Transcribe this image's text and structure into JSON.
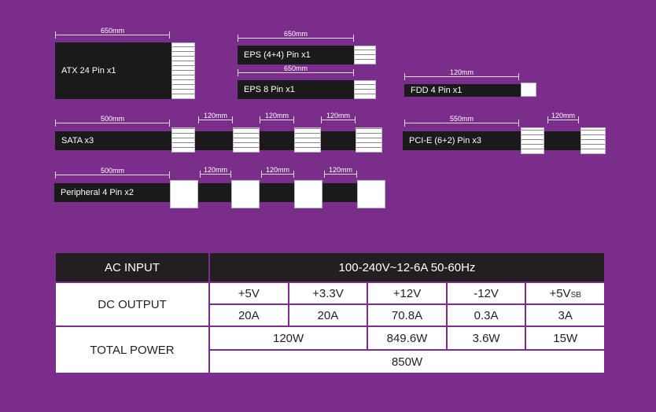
{
  "cables": {
    "atx": {
      "label": "ATX 24 Pin x1",
      "dim": "650mm"
    },
    "eps44": {
      "label": "EPS (4+4) Pin x1",
      "dim": "650mm"
    },
    "eps8": {
      "label": "EPS 8 Pin x1",
      "dim": "650mm"
    },
    "fdd": {
      "label": "FDD 4 Pin x1",
      "dim": "120mm"
    },
    "sata": {
      "label": "SATA x3",
      "dim": "500mm",
      "ext": [
        "120mm",
        "120mm",
        "120mm"
      ]
    },
    "pcie": {
      "label": "PCI-E (6+2) Pin x3",
      "dim": "550mm",
      "ext": "120mm"
    },
    "peripheral": {
      "label": "Peripheral 4 Pin x2",
      "dim": "500mm",
      "ext": [
        "120mm",
        "120mm",
        "120mm"
      ]
    }
  },
  "spec_table": {
    "ac_input_label": "AC INPUT",
    "ac_input_value": "100-240V~12-6A 50-60Hz",
    "dc_output_label": "DC OUTPUT",
    "rails": [
      "+5V",
      "+3.3V",
      "+12V",
      "-12V",
      "+5V"
    ],
    "rail_5vsb_sub": "SB",
    "currents": [
      "20A",
      "20A",
      "70.8A",
      "0.3A",
      "3A"
    ],
    "total_power_label": "TOTAL POWER",
    "power_combined_5v_33v": "120W",
    "power_12v": "849.6W",
    "power_neg12v": "3.6W",
    "power_5vsb": "15W",
    "total": "850W"
  }
}
